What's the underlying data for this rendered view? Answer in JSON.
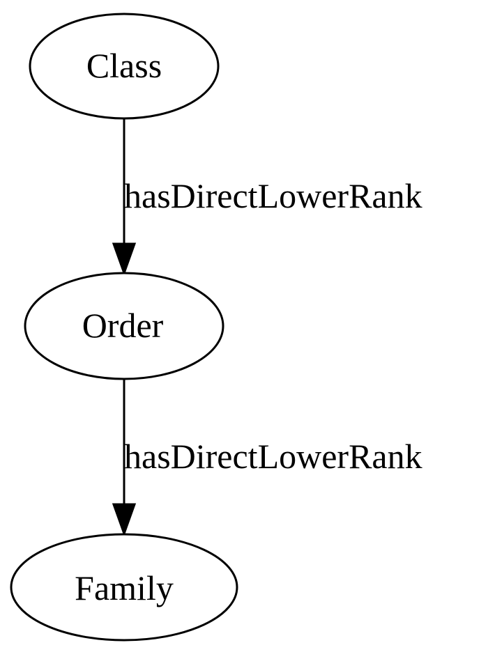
{
  "diagram": {
    "nodes": {
      "class": "Class",
      "order": "Order",
      "family": "Family"
    },
    "edges": {
      "class_to_order": "hasDirectLowerRank",
      "order_to_family": "hasDirectLowerRank"
    }
  }
}
